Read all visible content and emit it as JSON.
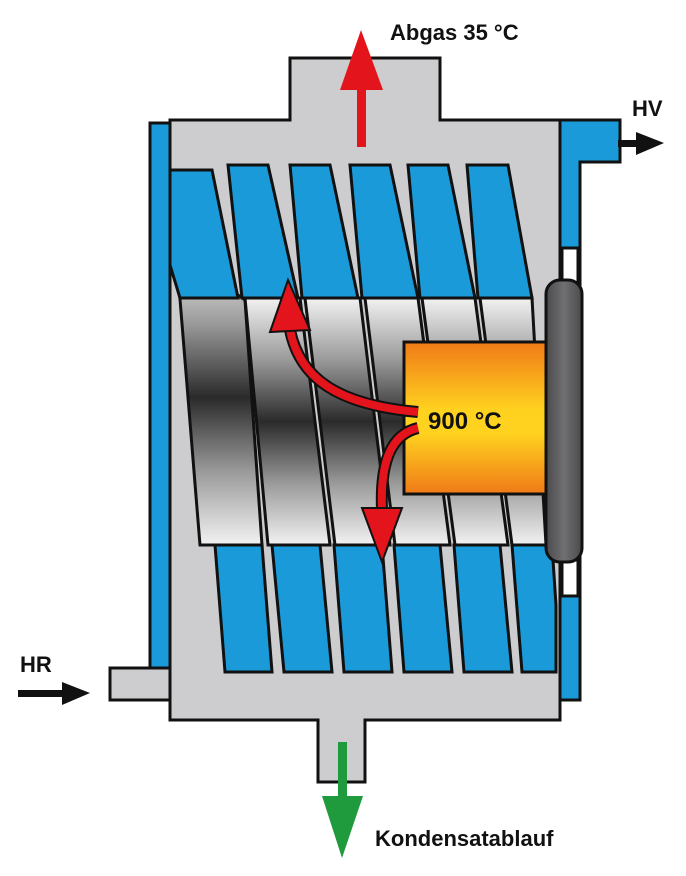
{
  "labels": {
    "exhaust": "Abgas 35 °C",
    "flow": "HV",
    "return": "HR",
    "condensate": "Kondensatablauf",
    "flame_temp": "900 °C"
  },
  "colors": {
    "water_blue": "#1a9ad9",
    "housing_gray": "#cdcdcf",
    "outline": "#111111",
    "hot_arrow_red": "#e3141b",
    "condensate_green": "#1f9a3c",
    "burner_gray": "#5a5a5c",
    "flame_orange": "#f07a18",
    "flame_yellow": "#ffd21f"
  }
}
